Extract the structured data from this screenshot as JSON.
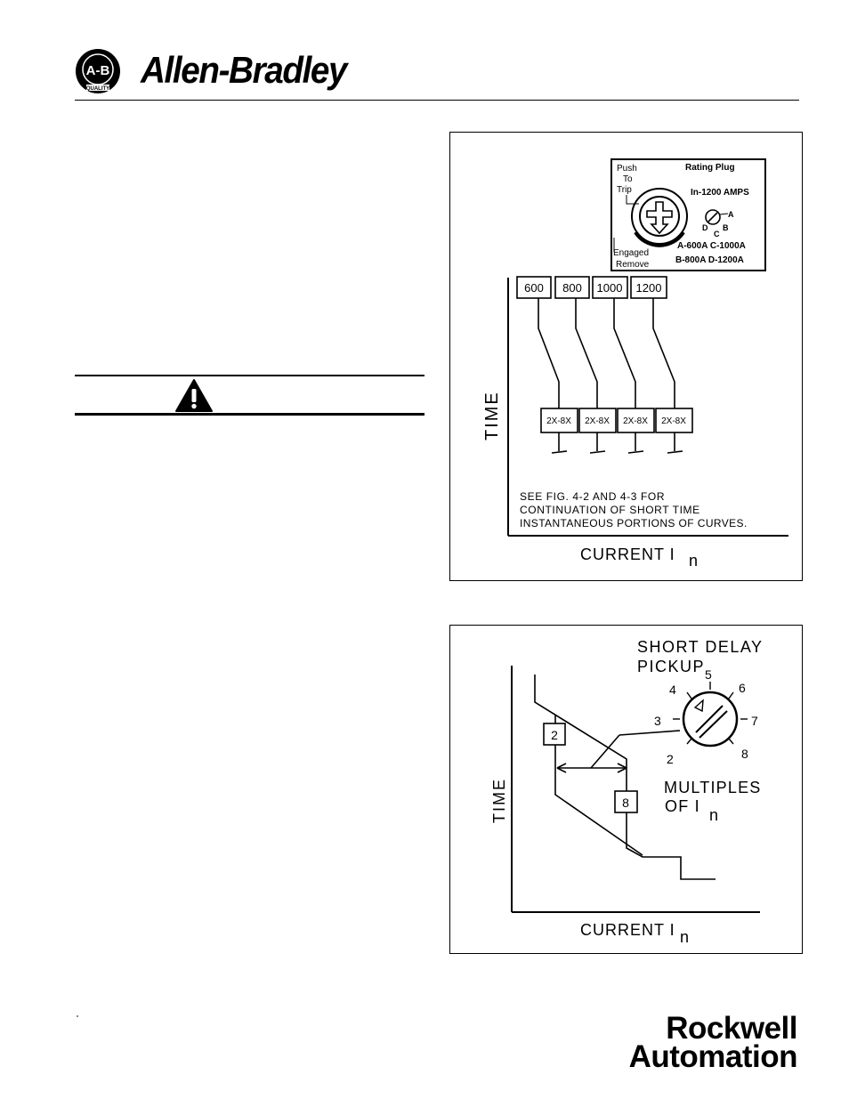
{
  "header": {
    "badge_text": "A-B",
    "badge_sub": "QUALITY",
    "brand": "Allen-Bradley"
  },
  "warning": {
    "icon": "warning-triangle-icon"
  },
  "figure_rating_plug": {
    "push_to_trip": [
      "Push",
      "To",
      "Trip"
    ],
    "engaged": "Engaged",
    "remove": "Remove",
    "rating_plug_title": "Rating Plug",
    "rating_value": "In-1200 AMPS",
    "dial_letters": [
      "A",
      "B",
      "C",
      "D"
    ],
    "legend_line1": "A-600A  C-1000A",
    "legend_line2": "B-800A  D-1200A",
    "ratings": [
      "600",
      "800",
      "1000",
      "1200"
    ],
    "multipliers": [
      "2X-8X",
      "2X-8X",
      "2X-8X",
      "2X-8X"
    ],
    "note": [
      "SEE FIG. 4-2 AND 4-3 FOR",
      "CONTINUATION OF SHORT TIME",
      "INSTANTANEOUS PORTIONS OF CURVES."
    ],
    "y_axis_label": "TIME",
    "x_axis_label": "CURRENT I",
    "x_axis_sub": "n"
  },
  "figure_short_delay": {
    "title_line1": "SHORT  DELAY",
    "title_line2": "PICKUP",
    "dial_numbers": [
      "2",
      "3",
      "4",
      "5",
      "6",
      "7",
      "8"
    ],
    "box_low": "2",
    "box_high": "8",
    "multiples_line1": "MULTIPLES",
    "multiples_line2": "OF  I",
    "multiples_sub": "n",
    "y_axis_label": "TIME",
    "x_axis_label": "CURRENT I",
    "x_axis_sub": "n"
  },
  "footer": {
    "brand_line1": "Rockwell",
    "brand_line2": "Automation"
  }
}
